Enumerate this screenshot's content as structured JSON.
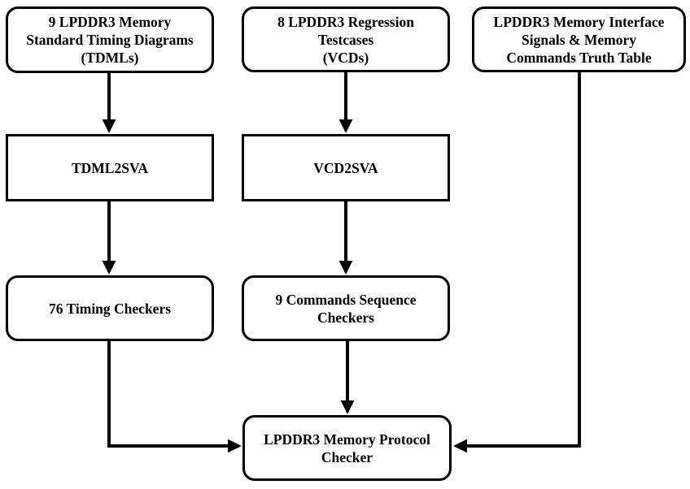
{
  "diagram": {
    "background_color": "#ffffff",
    "line_color": "#000000",
    "box_border_color": "#000000",
    "text_color": "#000000",
    "nodes": {
      "tdml_sources": {
        "label": "9 LPDDR3 Memory\nStandard Timing Diagrams\n(TDMLs)",
        "shape": "rounded"
      },
      "vcd_sources": {
        "label": "8 LPDDR3 Regression\nTestcases\n(VCDs)",
        "shape": "rounded"
      },
      "truth_table": {
        "label": "LPDDR3 Memory Interface\nSignals & Memory\nCommands Truth Table",
        "shape": "rounded"
      },
      "tdml2sva": {
        "label": "TDML2SVA",
        "shape": "rectangle"
      },
      "vcd2sva": {
        "label": "VCD2SVA",
        "shape": "rectangle"
      },
      "timing_checkers": {
        "label": "76 Timing Checkers",
        "shape": "rounded"
      },
      "command_checkers": {
        "label": "9 Commands Sequence\nCheckers",
        "shape": "rounded"
      },
      "protocol_checker": {
        "label": "LPDDR3 Memory Protocol\nChecker",
        "shape": "rounded"
      }
    },
    "edges": [
      {
        "from": "tdml_sources",
        "to": "tdml2sva"
      },
      {
        "from": "vcd_sources",
        "to": "vcd2sva"
      },
      {
        "from": "tdml2sva",
        "to": "timing_checkers"
      },
      {
        "from": "vcd2sva",
        "to": "command_checkers"
      },
      {
        "from": "timing_checkers",
        "to": "protocol_checker"
      },
      {
        "from": "command_checkers",
        "to": "protocol_checker"
      },
      {
        "from": "truth_table",
        "to": "protocol_checker"
      }
    ]
  }
}
